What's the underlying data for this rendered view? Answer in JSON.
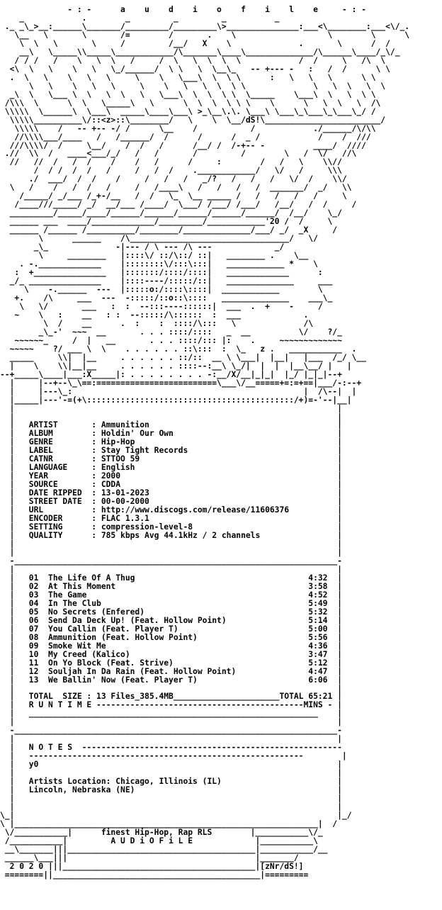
{
  "lines": [
    "              - : -      a    u    d    i    o    f    i    l    e     - : -",
    "    _            .        _         _         _          _",
    " ._ _\\_>__:______\\_______/_________/_________\\>_______________:___<\\________:___<\\/_.",
    "   \\__   \\       \\       /=        /       .    \\                   \\        \\      \\",
    "    \\  \\   \\       \\     /         /__/   X    \\              .       \\      /  /",
    "    __\\   \\_____\\\\_____\\____________/\\_______\\____\\______________/\\______\\____/_\\/_",
    "   / / /   /    \\   \\  \\   /     /  \\   \\  \\  \\  \\            /  /     \\   /\\  \\",
    "  <\\  \\   \\    \\   \\   \\_/______/  \\ \\   \\  \\__\\_   -- +--- -   :   /  /      \\ \\",
    "  .  \\   \\    \\   \\   \\     \\    \\   \\___\\  \\  \\ \\      :   \\   \\   \\      \\ \\",
    "      \\   \\    \\   \\   \\     \\    \\   \\   \\  \\  \\ \\              \\   \\  \\   \\  \\",
    "  _\\  \\   \\___ \\  \\   \\  \\   \\   \\___\\  \\  \\  \\ \\  \\_____    \\___\\  \\   \\  \\ \\",
    " /\\\\\\  \\      \\  \\   \\_____\\   \\      \\  \\  \\  \\ \\ \\    \\      \\   \\  \\   \\  /\\",
    " \\\\\\\\\\  \\______\\  \\___\\  _____\\____\\___\\ >_\\__\\.\\. \\___\\ \\___\\_\\___\\_\\___\\_/ /",
    "  \\\\\\\\\\__________\\/::<z>::\\________/   \\    \\  \\__/dS!\\________________________/",
    "   \\\\\\\\\\    /   -- +-- -/ /      \\__    /           /            ./______/\\/\\\\",
    "   //\\\\\\\\___/____   /   /______/  /      /      /  _ /            /    /  ///",
    "  ///\\\\\\\\/  /     \\__/    /  /   /      /__/ /  /-+-- -          ____/  ////",
    " .//  \\\\  /   ____<___/_/   /   /       /         /        \\   /  \\/   //\\",
    "  //   //  /   /  /    /    /   /      /     :        /   /   \\    \\\\//",
    "       /  / /  /  /   /     /   /  /    .____________/   \\/   /     \\\\\\",
    "      ./  ___/  /  /    /     /   /   /   _/?   /   /   /   \\/  /    \\\\/",
    "  \\   /    /   /  /   /     /   /____\\   /   /   /   /  _______/  _/   \\\\",
    "    /_____/ _/___ /_+-/__   /  /   \\_  \\__ _____ /   /   /   /   /     \\",
    "   /____///_____/ _/  __/___ /____/  \\___/ /___/ /___/   /__/   /  /     /",
    "  _________/_____/____/______/______/______/______/______/  /__/    \\_/",
    "  ______ ___  ____/_____________/_________/____________'20 /  /     \\",
    "  ______ /______ /__________/________/______________/___/ _/  _X     /",
    "        \\      ______    /\\_________________________________/   \\/",
    "       _\\_              -|--- / \\ --- /\\ ---             _/",
    "        \\     ________   |::::\\/ ::/\\::/ ::|   ________ .    \\__",
    "    . -._____________    |::::::::\\/:::\\:::|   ____________ *    \\",
    "   :  +_______________   |:::::::/::::/::::|   _____________      :",
    "  _/_ _______________    |::::----/:::::/::|   ______________     ___",
    "     \\    -.______  ---  |:::::o:/::::\\::::|  ____________        \\",
    "   +.    /\\     ___  ---  -:::::/::o::\\::::   ______________    ___\\_",
    "    \\   \\/       ___   :  :  --:::----::::::|  ___  .  +    -     /",
    "   ~    \\   :    __   : :  --:::::/\\::::::  :  ___             .",
    "         \\  /    __      .  :    :  ::::/\\:::   \\              /\\",
    "        _\\_-'  ~~~  __       . . . ::::/::::   _  __          \\/    ?/_",
    "   ~~~~~~_     /  |   __       . . . ::::/::: |:    .     ~~~~~~~~~~~~~",
    "  ~~~~~    ?/ ___ \\  \\    . . . . . . ::\\:::  :  \\_   z .   ___________  .",
    "  _____     \\\\|  |__     . . . . . . ::/::  __ \\ \\___|  |__|   |___  /_/ \\__",
    "  |    \\    \\\\|__|__     . . . . . . ::::--:__\\ \\_/|  |  |  |__\\__/ |   |",
    "--+_____\\____|___:X_____|: . . . . . . . . -:__/X/__|_|_|  |_/ |_|_|--+",
    "  |     |--+--\\_\\==:=========================\\___\\/__=====+=:=+==|___/-:--+",
    "  |     |---\\_:                                                |  /\\--|  |",
    "  |_____|---'-=(+\\:::::::::::::::::::::::::::::::::::::::::::/+)=-'--|__|",
    "  |                                                                   |",
    "  |                                                                   |",
    "  |   ARTIST       : Ammunition                                       |",
    "  |   ALBUM        : Holdin' Our Own                                  |",
    "  |   GENRE        : Hip-Hop                                          |",
    "  |   LABEL        : Stay Tight Records                               |",
    "  |   CATNR        : STTOO 59                                         |",
    "  |   LANGUAGE     : English                                          |",
    "  |   YEAR         : 2000                                             |",
    "  |   SOURCE       : CDDA                                             |",
    "  |   DATE RIPPED  : 13-01-2023                                       |",
    "  |   STREET DATE  : 00-00-2000                                       |",
    "  |   URL          : http://www.discogs.com/release/11606376          |",
    "  |   ENCODER      : FLAC 1.3.1                                       |",
    "  |   SETTING      : compression-level-8                              |",
    "  |   QUALITY      : 785 kbps Avg 44.1kHz / 2 channels                |",
    "  |                                                                   |",
    "  |                                                                   |",
    "  -___________________________________________________________________-",
    "  |                                                                   |",
    "  |   01  The Life Of A Thug                                    4:32  |",
    "  |   02  At This Moment                                        3:58  |",
    "  |   03  The Game                                              4:52  |",
    "  |   04  In The Club                                           5:49  |",
    "  |   05  No Secrets (Enfered)                                  5:32  |",
    "  |   06  Send Da Deck Up! (Feat. Hollow Point)                 5:14  |",
    "  |   07  You Callin (Feat. Player T)                           5:00  |",
    "  |   08  Ammunition (Feat. Hollow Point)                       5:56  |",
    "  |   09  Smoke Wit Me                                          4:36  |",
    "  |   10  My Creed (Kalico)                                     3:47  |",
    "  |   11  On Yo Block (Feat. Strive)                            5:12  |",
    "  |   12  Souljah In Da Rain (Feat. Hollow Point)               4:47  |",
    "  |   13  We Ballin' Now (Feat. Player T)                       6:06  |",
    "  |                                                                   |",
    "  |   TOTAL  SIZE : 13 Files_385.4MB______________________TOTAL 65:21 |",
    "  |   R U N T I M E -------------------------------------------MINS - |",
    "  |   ____________________________________________________________    |",
    "  |                                                                   |",
    "  -___________________________________________________________________-",
    "  |                                                                   |",
    "  |   N O T E S  ------------------------------------------------------",
    "  |   ---------------------------------------------------------        |",
    "  |   y0                                                              |",
    "  |                                                                   |",
    "  |   Artists Location: Chicago, Illinois (IL)                        |",
    "  |   Lincoln, Nebraska (NE)                                          |",
    "  |                                                                   |",
    "  |                                                                   |",
    "\\_|                                                                   |_/",
    "\\ |_______________________________________________________________|  /",
    " \\/___________|      finest Hip-Hop, Rap RLS        |___________\\/_",
    " /___________|         A U D i O F i L E             |___________\\",
    " __\\_______|||_______________________________________|___________/__",
    " ______\\___|||                                       |_______/",
    "  2 0 2 0 |||________________________________________|[zNr/dS!]",
    " ========||___________________________________________|========="
  ]
}
